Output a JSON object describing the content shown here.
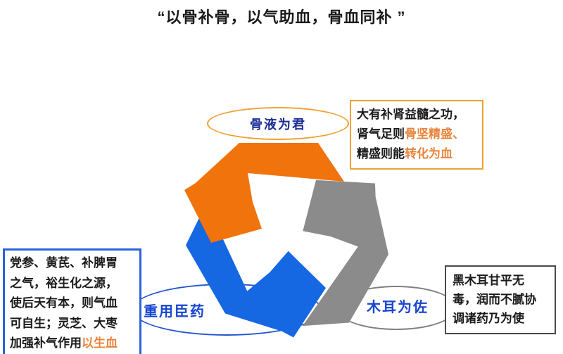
{
  "title": "“以骨补骨，以气助血，骨血同补 ”",
  "ellipses": {
    "top": {
      "label": "骨液为君"
    },
    "left": {
      "label": "重用臣药"
    },
    "right": {
      "label": "木耳为佐"
    }
  },
  "boxes": {
    "top_right": {
      "lines": [
        [
          {
            "text": "大有补肾益髓之功，"
          }
        ],
        [
          {
            "text": "肾气足则"
          },
          {
            "text": "骨坚精盛、",
            "accent": true
          }
        ],
        [
          {
            "text": "精盛则能"
          },
          {
            "text": "转化为血",
            "accent": true
          }
        ]
      ]
    },
    "left": {
      "lines": [
        [
          {
            "text": "党参、黄芪、补脾胃"
          }
        ],
        [
          {
            "text": "之气，裕生化之源，"
          }
        ],
        [
          {
            "text": "使后天有本，则气血"
          }
        ],
        [
          {
            "text": "可自生；灵芝、大枣"
          }
        ],
        [
          {
            "text": "加强补气作用"
          },
          {
            "text": "以生血",
            "accent": true
          }
        ]
      ]
    },
    "bottom_right": {
      "lines": [
        [
          {
            "text": "黑木耳甘平无"
          }
        ],
        [
          {
            "text": "毒，润而不腻协"
          }
        ],
        [
          {
            "text": "调诸药乃为使"
          }
        ]
      ]
    }
  },
  "colors": {
    "arrow_orange": "#F1730C",
    "arrow_blue": "#1567E2",
    "arrow_gray": "#8B8B8B",
    "accent_text": "#E8843C",
    "ellipse_top_border": "#F0A030",
    "box_top_right_border": "#F0A030",
    "ellipse_left_border": "#2255CC",
    "box_left_border": "#2A62D9",
    "ellipse_right_border": "#808080",
    "box_bottom_right_border": "#4A4A4A",
    "node_label_navy": "#1B2C94",
    "node_label_blue": "#1745D1"
  }
}
